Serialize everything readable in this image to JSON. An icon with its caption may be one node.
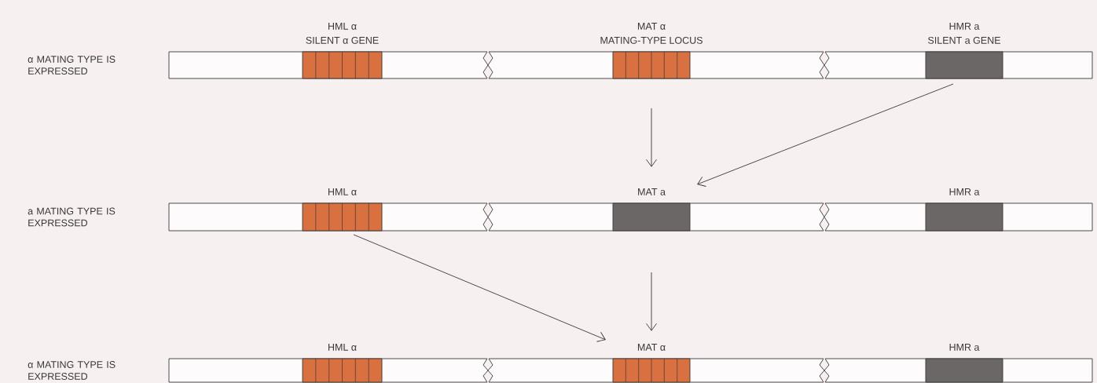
{
  "diagram": {
    "nodes": [
      {
        "text": [
          "α MATING TYPE IS EXPRESSED"
        ]
      },
      {
        "text": [
          "HML α",
          "SILENT α GENE"
        ],
        "in": 0
      },
      {
        "text": [
          "MAT α",
          "MATING-TYPE LOCUS"
        ],
        "in": 0
      },
      {
        "text": [
          "HMR a",
          "SILENT a GENE"
        ],
        "in": 0
      },
      {
        "text": [
          "a MATING TYPE IS EXPRESSED"
        ]
      },
      {
        "text": [
          "HML α"
        ],
        "in": 4
      },
      {
        "text": [
          "MAT a"
        ],
        "in": 4
      },
      {
        "text": [
          "HMR a"
        ],
        "in": 4
      },
      {
        "text": [
          "α MATING TYPE IS EXPRESSED"
        ]
      },
      {
        "text": [
          "HML α"
        ],
        "in": 8
      },
      {
        "text": [
          "MAT α"
        ],
        "in": 8
      },
      {
        "text": [
          "HMR a"
        ],
        "in": 8
      }
    ],
    "edges": [
      {
        "from": 2,
        "to": 6,
        "arrow": "to"
      },
      {
        "from": 3,
        "to": 6,
        "arrow": "to"
      },
      {
        "from": 5,
        "to": 10,
        "arrow": "to"
      },
      {
        "from": 6,
        "to": 10,
        "arrow": "to"
      }
    ]
  }
}
